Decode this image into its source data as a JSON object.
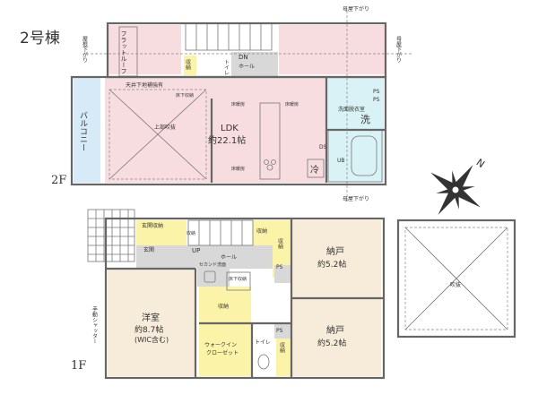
{
  "title": "2号棟",
  "floors": {
    "second": "2F",
    "first": "1F"
  },
  "colors": {
    "pink": "#f7dde0",
    "blue": "#d6eaf7",
    "yellow": "#fbf3a7",
    "beige": "#f7ecd9",
    "gray": "#d8d8d8",
    "cyan": "#d9f2f5",
    "wall": "#666666"
  },
  "labels_2f": {
    "flat_roof": "フラットルーフ",
    "roof_down_left": "屋根下がり",
    "roof_down_top": "母屋下がり",
    "roof_down_right": "母屋下がり",
    "roof_down_bottom": "母屋下がり",
    "storage1": "収納",
    "toilet": "トイレ",
    "dn": "DN",
    "hall": "ホール",
    "ceiling": "天井下地補強有",
    "balcony": "バルコニー",
    "atrium": "上部吹抜",
    "floor_storage1": "床下収納",
    "floor_storage2": "床暖房",
    "floor_storage3": "床暖房",
    "floor_storage4": "床暖房",
    "ldk": "LDK",
    "ldk_size": "約22.1帖",
    "washroom": "洗面脱衣室",
    "laundry": "洗",
    "ps1": "PS",
    "ps2": "PS",
    "ds": "DS",
    "ub": "UB",
    "fridge": "冷"
  },
  "labels_1f": {
    "entrance_storage": "玄関収納",
    "entrance": "玄関",
    "up": "UP",
    "hall": "ホール",
    "storage_hall": "収納",
    "storage_a": "収納",
    "storage_b": "収納",
    "storage_c": "収納",
    "storage_d": "収納",
    "ps1": "PS",
    "ps2": "PS",
    "second_wash": "セカンド洗面",
    "under_floor": "床下収納",
    "western": "洋室",
    "western_size": "約8.7帖",
    "western_note": "(WIC含む)",
    "shutter": "手動シャッター",
    "walk_in": "ウォークイン",
    "closet": "クローゼット",
    "toilet": "トイレ",
    "storeroom1": "納戸",
    "storeroom1_size": "約5.2帖",
    "storeroom2": "納戸",
    "storeroom2_size": "約5.2帖"
  },
  "void_label": "吹抜",
  "compass_label": "N"
}
